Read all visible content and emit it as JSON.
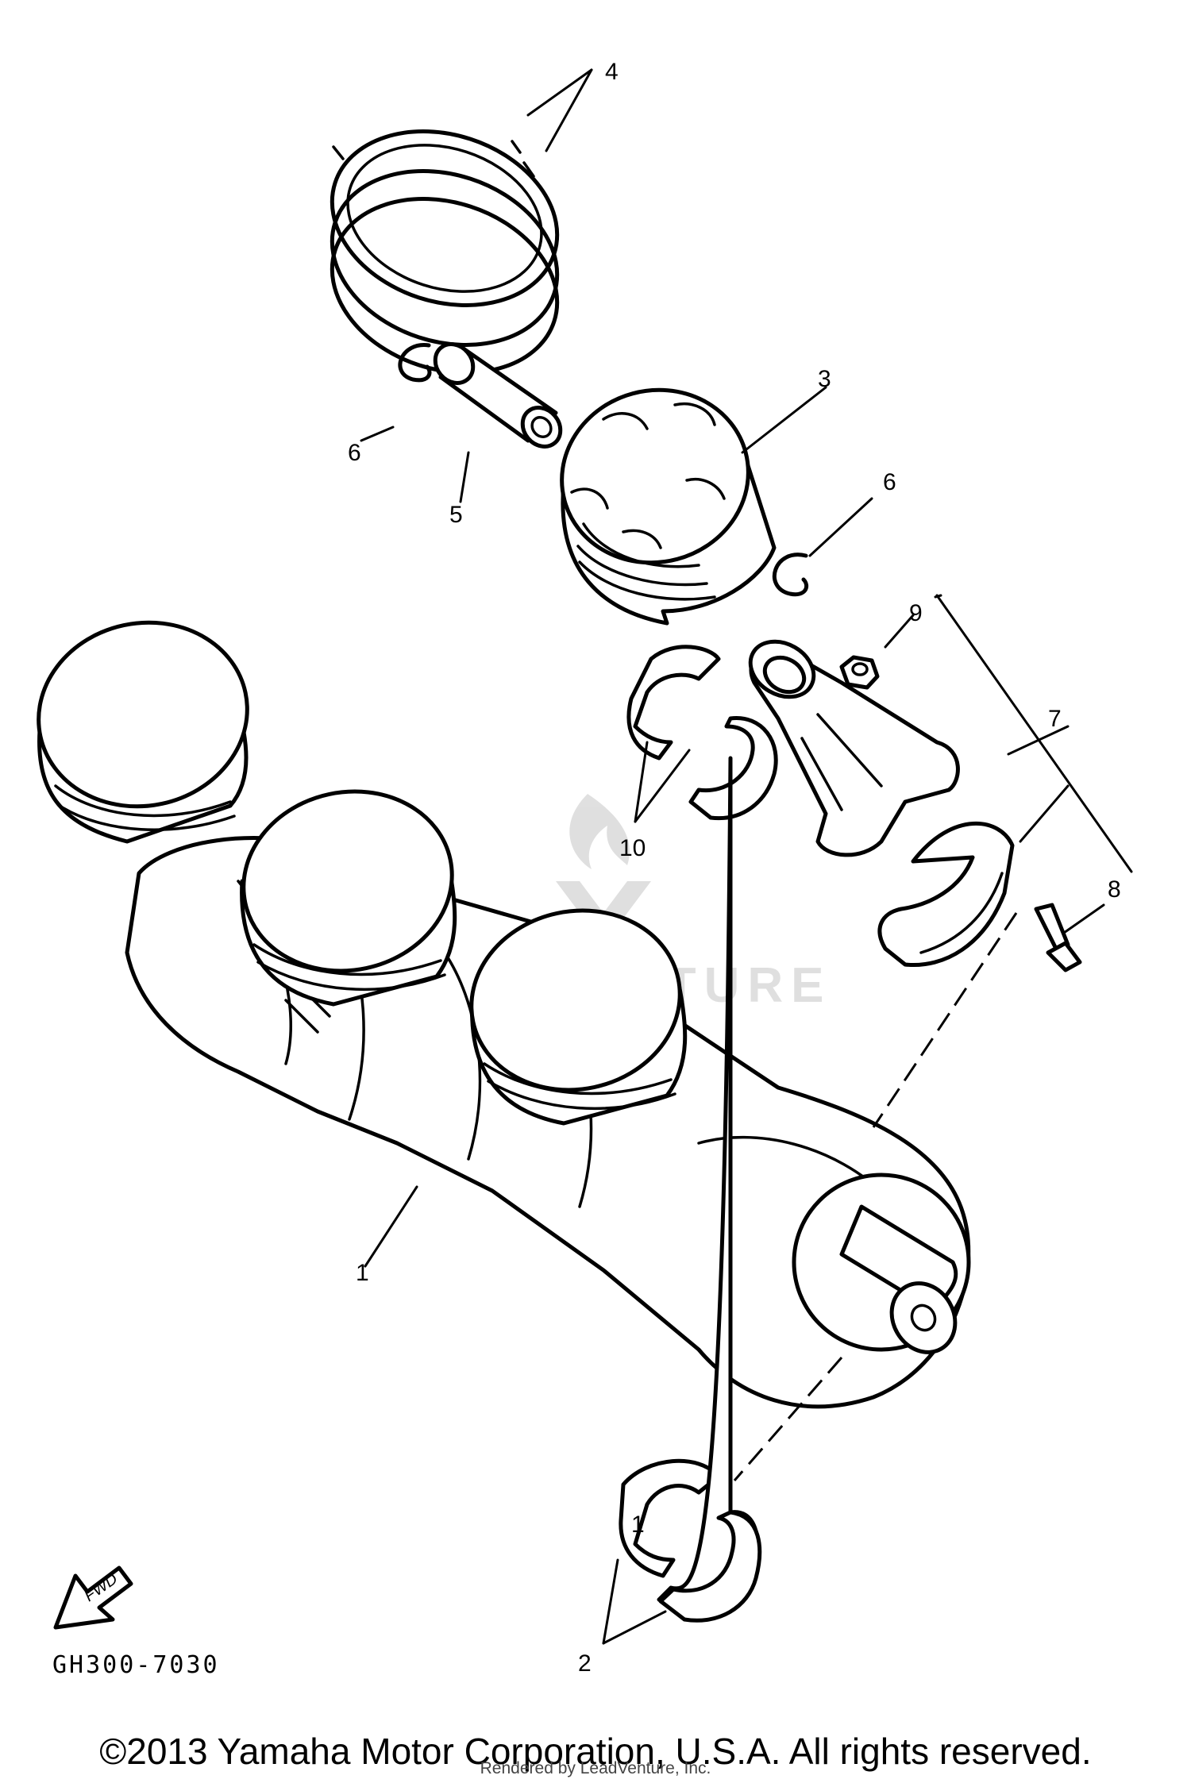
{
  "diagram": {
    "drawing_code": "GH300-7030",
    "fwd_label": "FWD",
    "callouts": [
      "1",
      "2",
      "3",
      "4",
      "5",
      "6",
      "6",
      "7",
      "8",
      "9",
      "10"
    ],
    "bearing_mark": "1"
  },
  "watermark": {
    "text": "LEADVENTURE"
  },
  "footer": {
    "copyright": "©2013 Yamaha Motor Corporation, U.S.A. All rights reserved.",
    "rendered_by": "Rendered by LeadVenture, Inc."
  }
}
